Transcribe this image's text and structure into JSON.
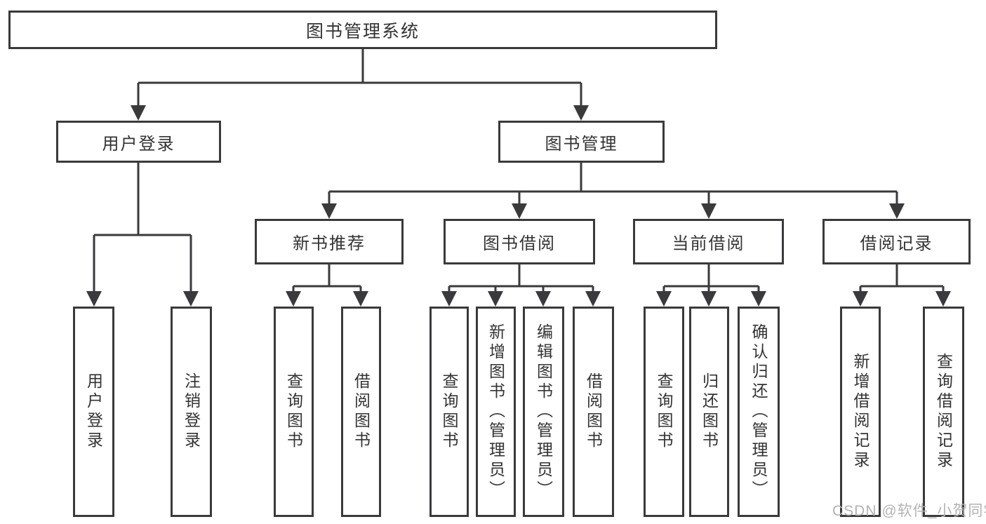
{
  "diagram": {
    "root": {
      "label": "图书管理系统"
    },
    "level1": [
      {
        "label": "用户登录"
      },
      {
        "label": "图书管理"
      }
    ],
    "level2": [
      {
        "label": "新书推荐"
      },
      {
        "label": "图书借阅"
      },
      {
        "label": "当前借阅"
      },
      {
        "label": "借阅记录"
      }
    ],
    "leaves": {
      "login": [
        {
          "label": "用户登录"
        },
        {
          "label": "注销登录"
        }
      ],
      "recommend": [
        {
          "label": "查询图书"
        },
        {
          "label": "借阅图书"
        }
      ],
      "borrow": [
        {
          "label": "查询图书"
        },
        {
          "label": "新增图书（管理员）"
        },
        {
          "label": "编辑图书（管理员）"
        },
        {
          "label": "借阅图书"
        }
      ],
      "current": [
        {
          "label": "查询图书"
        },
        {
          "label": "归还图书"
        },
        {
          "label": "确认归还（管理员）"
        }
      ],
      "records": [
        {
          "label": "新增借阅记录"
        },
        {
          "label": "查询借阅记录"
        }
      ]
    },
    "watermark": "CSDN @软件_小贺同学",
    "colors": {
      "line": "#3a3a3c",
      "text": "#333333",
      "watermark": "#b3b3b3",
      "background": "#ffffff"
    }
  }
}
